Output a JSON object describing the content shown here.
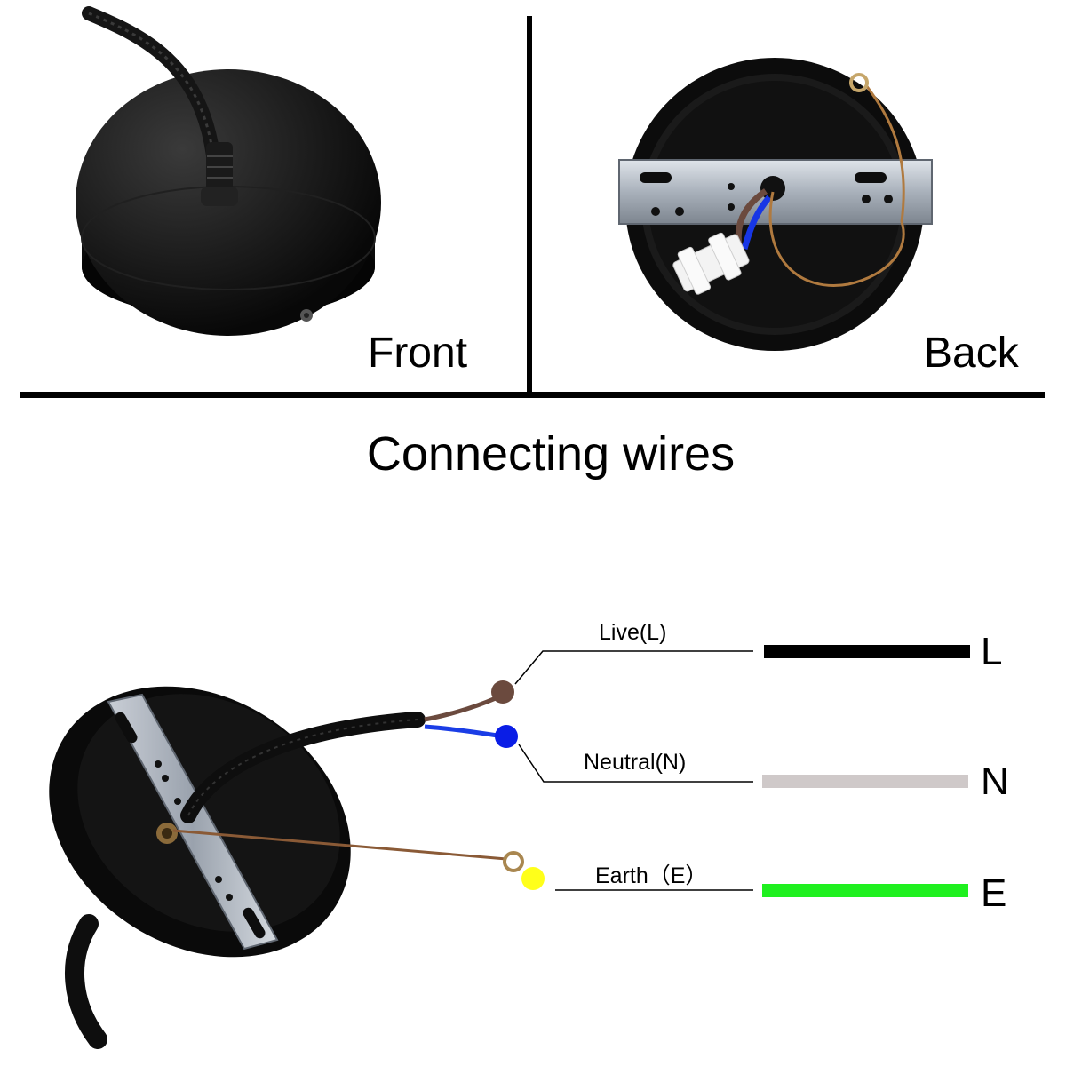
{
  "panels": {
    "front_label": "Front",
    "back_label": "Back"
  },
  "heading": "Connecting wires",
  "wiring": {
    "live": {
      "label": "Live(L)",
      "letter": "L",
      "wire_color": "#6b4a3e",
      "line_color": "#000000"
    },
    "neutral": {
      "label": "Neutral(N)",
      "letter": "N",
      "wire_color": "#0a1de6",
      "line_color": "#cfc9c9"
    },
    "earth": {
      "label": "Earth（E）",
      "letter": "E",
      "wire_color": "#ffff1a",
      "line_color": "#1ff01f"
    }
  }
}
